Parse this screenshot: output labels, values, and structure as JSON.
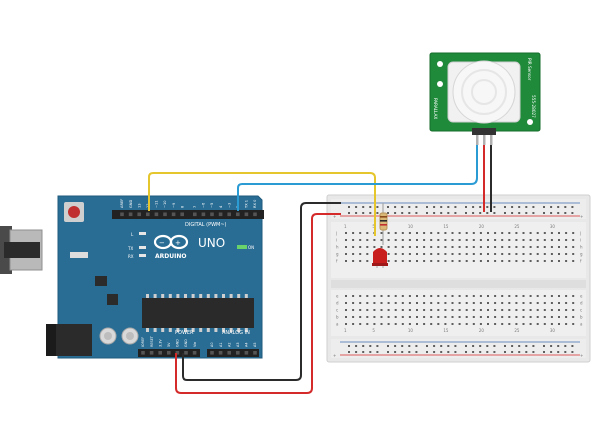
{
  "board": {
    "name": "UNO",
    "brand": "ARDUINO",
    "on_label": "ON",
    "digital_label": "DIGITAL (PWM~)",
    "power_label": "POWER",
    "analog_label": "ANALOG IN",
    "tx_label": "TX",
    "rx_label": "RX",
    "l_label": "L",
    "digital_pins": [
      "AREF",
      "GND",
      "13",
      "12",
      "~11",
      "~10",
      "~9",
      "8",
      "7",
      "~6",
      "~5",
      "4",
      "~3",
      "2",
      "TX 1",
      "RX 0"
    ],
    "power_pins": [
      "IOREF",
      "RESET",
      "3.3V",
      "5V",
      "GND",
      "GND",
      "Vin"
    ],
    "analog_pins": [
      "A0",
      "A1",
      "A2",
      "A3",
      "A4",
      "A5"
    ],
    "color": "#2a6d94"
  },
  "sensor": {
    "top_text": "PIR Sensor",
    "side_text": "555-28027",
    "brand_text": "PARALLAX",
    "pcb_color": "#1e8a3a"
  },
  "breadboard": {
    "cols_top": [
      "1",
      "5",
      "10",
      "15",
      "20",
      "25",
      "30"
    ],
    "rows_top": [
      "j",
      "i",
      "h",
      "g",
      "f"
    ],
    "rows_bottom": [
      "e",
      "d",
      "c",
      "b",
      "a"
    ],
    "rail_plus": "+",
    "rail_minus": "-"
  },
  "wires": {
    "signal_color": "#e5c62c",
    "data_color": "#2b9bd4",
    "gnd_color": "#2b2b2b",
    "vcc_color": "#d42a2a"
  },
  "led": {
    "color": "#c81e1e"
  }
}
